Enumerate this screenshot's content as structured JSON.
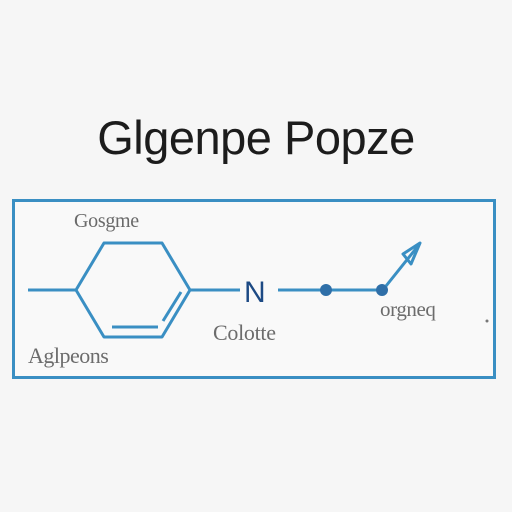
{
  "title": "Glgenpe Popze",
  "diagram": {
    "label_top": "Gosgme",
    "label_bottom_left": "Aglpeons",
    "label_center": "Colotte",
    "label_right": "orgneq",
    "atom": "N"
  },
  "colors": {
    "frame": "#3a8fc3",
    "bond": "#3a8fc3",
    "atom": "#1d4a84",
    "text": "#1c1c1c"
  }
}
